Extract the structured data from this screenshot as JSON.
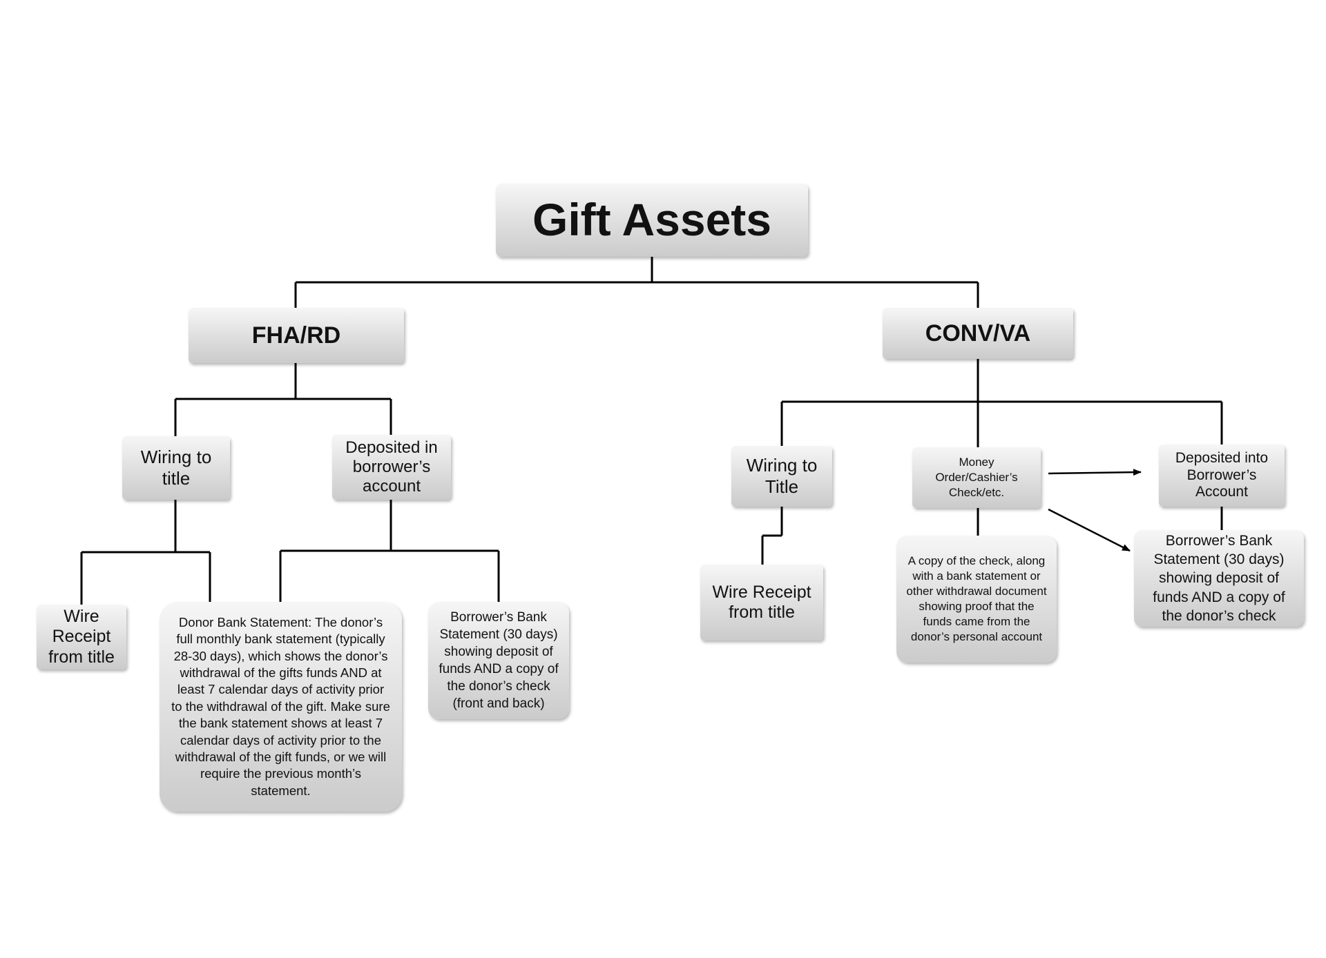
{
  "diagram": {
    "title": "Gift Assets",
    "fha_rd": {
      "label": "FHA/RD",
      "wiring": {
        "label": "Wiring to title",
        "doc": "Wire Receipt from title"
      },
      "deposited": {
        "label": "Deposited in borrower’s account",
        "donor_doc": "Donor Bank Statement: The donor’s full monthly bank statement (typically 28-30 days), which shows the donor’s withdrawal of the gifts funds AND at least 7 calendar days of activity prior to the withdrawal of the gift. Make sure the bank statement shows at least 7 calendar days of activity prior to the withdrawal of the gift funds, or we will require the previous month’s statement.",
        "borrower_doc": "Borrower’s Bank Statement (30 days) showing deposit of funds AND a copy of the donor’s check (front and back)"
      }
    },
    "conv_va": {
      "label": "CONV/VA",
      "wiring": {
        "label": "Wiring to Title",
        "doc": "Wire Receipt from title"
      },
      "money_order": {
        "label": "Money Order/Cashier’s Check/etc.",
        "doc": "A copy of the check, along with a bank statement or other withdrawal document showing proof that the funds came from the donor’s personal account"
      },
      "deposited": {
        "label": "Deposited into Borrower’s Account",
        "doc": "Borrower’s Bank Statement (30 days) showing deposit of funds AND a copy of the donor’s check"
      }
    }
  }
}
